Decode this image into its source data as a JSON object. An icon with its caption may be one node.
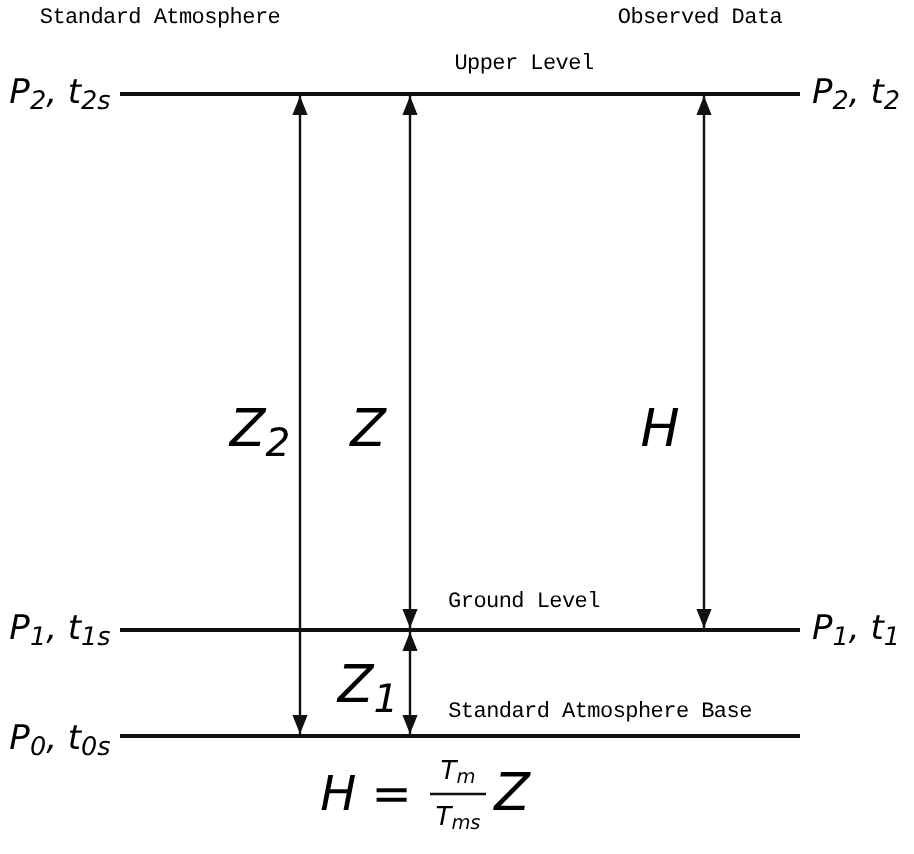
{
  "diagram": {
    "labels": [
      "Standard Atmosphere",
      "Observed Data",
      "Upper Level",
      "P$_{2}$, t$_{2s}$",
      "P$_{2}$, t$_{2}$",
      "Z$_{2}$",
      "Z",
      "H",
      "Ground Level",
      "P$_{1}$, t$_{1s}$",
      "P$_{1}$, t$_{1}$",
      "Z$_{1}$",
      "Standard Atmosphere Base",
      "P$_{0}$, t$_{0s}$",
      "H =",
      "T$_{m}$",
      "T$_{ms}$",
      "Z"
    ]
  }
}
